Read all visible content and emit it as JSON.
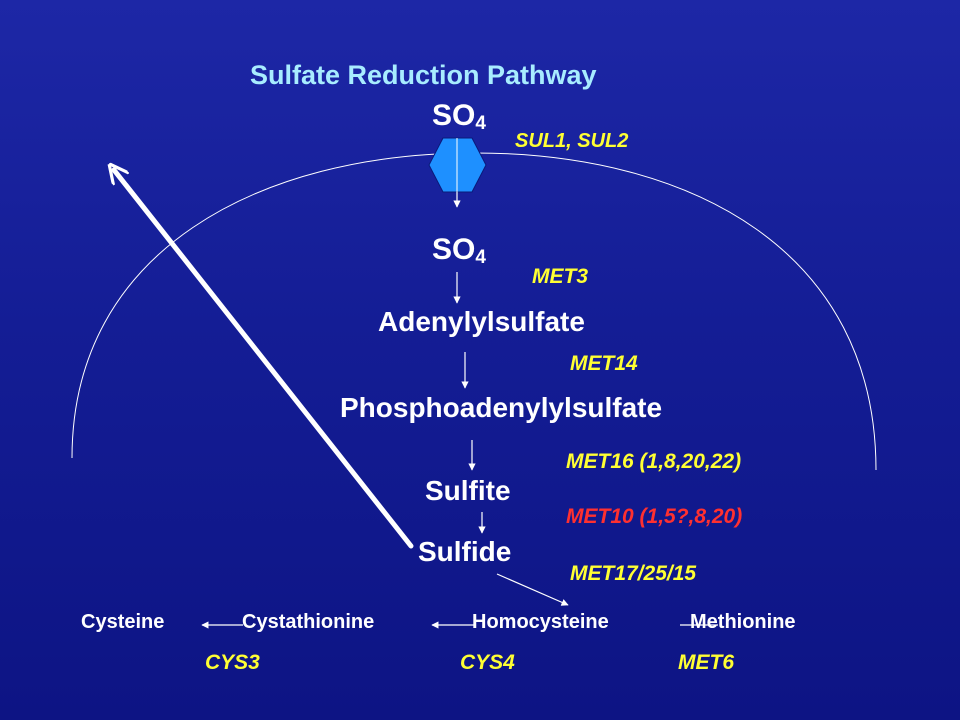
{
  "title": "Sulfate Reduction Pathway",
  "metabolites": {
    "so4_outside": {
      "base": "SO",
      "sub": "4"
    },
    "so4_inside": {
      "base": "SO",
      "sub": "4"
    },
    "adenylylsulfate": "Adenylylsulfate",
    "phosphoadenylylsulfate": "Phosphoadenylylsulfate",
    "sulfite": "Sulfite",
    "sulfide": "Sulfide",
    "cysteine": "Cysteine",
    "cystathionine": "Cystathionine",
    "homocysteine": "Homocysteine",
    "methionine": "Methionine"
  },
  "enzymes": {
    "transporter": "SUL1, SUL2",
    "met3": "MET3",
    "met14": "MET14",
    "met16": "MET16 (1,8,20,22)",
    "met10": "MET10 (1,5?,8,20)",
    "met17": "MET17/25/15",
    "cys3": "CYS3",
    "cys4": "CYS4",
    "met6": "MET6"
  },
  "colors": {
    "background": "#141d95",
    "title": "#a8ecff",
    "metabolite_text": "#ffffff",
    "enzyme_text": "#ffff33",
    "enzyme_text_alt": "#ff3030",
    "transporter_fill": "#1e90ff"
  }
}
